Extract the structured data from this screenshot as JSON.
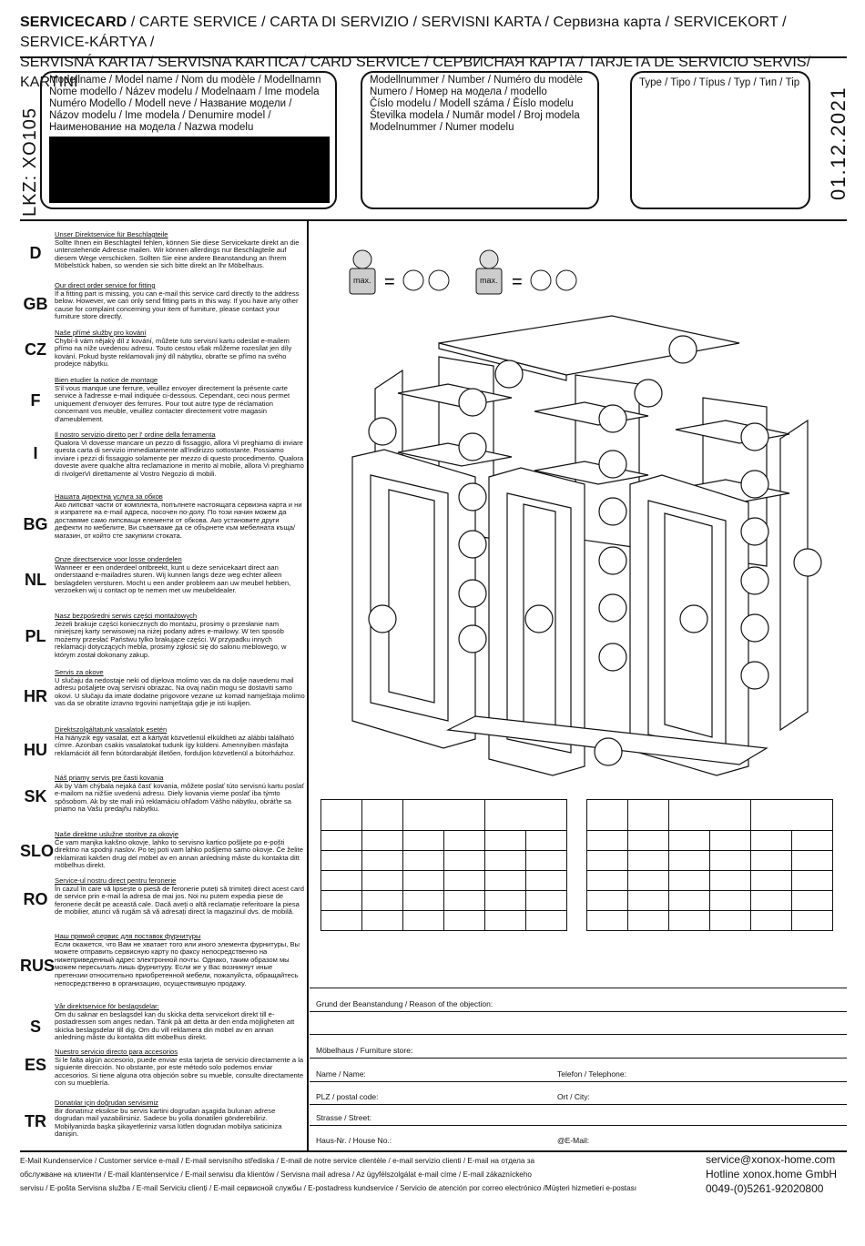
{
  "title": {
    "bold": "SERVICECARD",
    "line1_rest": " / CARTE SERVICE / CARTA DI SERVIZIO / SERVISNI KARTA / Сервизна карта / SERVICEKORT / SERVICE-KÁRTYA /",
    "line2": "SERVISNÁ KARTA / SERVISNA KARTICA / CARD SERVICE / СЕРВИСНАЯ КАРТА / TARJETA DE SERVICIO SERVIS/ KARTINI"
  },
  "side": {
    "lkz": "LKZ: XO105",
    "date": "01.12.2021"
  },
  "boxes": {
    "model_name": "Modellname / Model name / Nom du modèle / Modellnamn\nNome modello / Název modelu / Modelnaam / Ime modela\nNuméro Modello / Modell neve / Название модели /\nNázov modelu / Ime modela / Denumire model /\nНаименование на модела / Nazwa modelu",
    "model_number": "Modellnummer / Number / Numéro du modèle\nNumero /  Номер на модела / modello\nČíslo modelu / Modell száma / Ěíslo modelu\nŠtevilka modela / Numār model / Broj modela\nModelnummer / Numer modelu",
    "type": "Type / Tipo / Típus / Typ / Тип / Tip"
  },
  "languages": [
    {
      "code": "D",
      "head": "Unser Direktservice für Beschlagteile",
      "body": "Sollte Ihnen ein Beschlagteil fehlen, können Sie diese Servicekarte direkt an die untenstehende Adresse mailen. Wir können allerdings nur Beschlagteile auf diesem Wege verschicken. Sollten Sie eine andere Beanstandung an Ihrem Möbelstück haben, so wenden sie sich bitte direkt an Ihr Möbelhaus."
    },
    {
      "code": "GB",
      "head": "Our direct order service for fitting",
      "body": "If a fitting part is missing, you can e-mail this service card directly to the address below. However, we can only send fitting parts in this way. If you have any other cause for complaint concerning your item of furniture, please contact your furniture store directly."
    },
    {
      "code": "CZ",
      "head": "Naše přímé služby pro kování",
      "body": "Chybí-li vám nějaký díl z kování, můžete tuto servisní kartu odeslat e-mailem přímo na níže uvedenou adresu. Touto cestou však můžeme rozesílat jen díly kování. Pokud byste reklamovali jiný díl nábytku, obraťte se přímo na svého prodejce nábytku."
    },
    {
      "code": "F",
      "head": "Bien etudier la notice de montage",
      "body": "S'il vous manque une ferrure, veuillez envoyer directement la présente carte service à l'adresse e-mail indiquée ci-dessous. Cependant, ceci nous permet uniquement d'envoyer des ferrures. Pour tout autre type de réclamation concernant vos meuble, veuillez contacter directement votre magasin d'ameublement."
    },
    {
      "code": "I",
      "head": "Il nostro servizio diretto per l' ordine della ferramenta",
      "body": "Qualora Vi dovesse mancare un pezzo di fissaggio, allora Vi preghiamo di inviare questa carta di servizio immediatamente all'indirizzo sottostante. Possiamo inviare i pezzi di fissaggio solamente per mezzo di questo procedimento. Qualora doveste avere qualche altra reclamazione in merito al mobile, allora Vi preghiamo di rivolgerVi direttamente al Vostro Negozio di mobili."
    },
    {
      "code": "BG",
      "head": "Нашата директна услуга за обков",
      "body": "Ако липсват части от комплекта, попълнете настоящата сервизна карта и ни я изпратете на e-mail адреса, посочен по-долу. По този начин можем да доставяме само липсващи елементи от обкова. Ако установите други дефекти по мебелите, Ви съветваме да се обърнете към мебелната къща/магазин, от който сте закупили стоката."
    },
    {
      "code": "NL",
      "head": "Onze directservice voor losse onderdelen",
      "body": "Wanneer er een onderdeel ontbreekt, kunt u deze servicekaart direct aan onderstaand e-mailadres sturen. Wij kunnen langs deze weg echter alleen beslagdelen versturen. Mocht u een ander probleem aan uw meubel hebben, verzoeken wij u contact op te nemen met uw meubeldealer."
    },
    {
      "code": "PL",
      "head": "Nasz bezpośredni serwis części montażowych",
      "body": "Jeżeli brakuje części koniecznych do montażu, prosimy o przesłanie nam niniejszej karty serwisowej na niżej podany adres e-mailowy. W ten sposób możemy przesłać Państwu tylko brakujące części. W przypadku innych reklamacji dotyczących mebla, prosimy zgłosić się do salonu meblowego, w którym został dokonany zakup."
    },
    {
      "code": "HR",
      "head": "Servis za okove",
      "body": "U slučaju da nedostaje neki od dijelova molimo vas da na dolje navedenu mail adresu pošaljete ovaj servisni obrazac. Na ovaj način mogu se dostaviti samo okovi. U slučaju da imate dodatne prigovore vezane uz komad namještaja molimo vas da se obratite izravno trgovini namještaja gdje je isti kupljen."
    },
    {
      "code": "HU",
      "head": "Direktszolgáltatunk vasalatok esetén",
      "body": "Ha hiányzik egy vasalat, ezt a kártyát közvetlenül elküldheti az alábbi található címre. Azonban csakis vasalatokat tudunk így küldeni. Amennyiben másfajta reklamációt áll fenn bútordarabját illetően, forduljon közvetlenül a bútorházhoz."
    },
    {
      "code": "SK",
      "head": "Náš priamy servis pre časti kovania",
      "body": "Ak by Vám chýbala nejaká časť kovania, môžete poslať túto servisnú kartu poslať e-mailom na nižšie uvedenú adresu. Diely kovania vieme poslať iba týmto spôsobom. Ak by ste mali inú reklamáciu ohľadom Vášho nábytku, obráťte sa priamo na Vašu predajňu nábytku."
    },
    {
      "code": "SLO",
      "head": "Naše direktne uslužne storitve za okovje",
      "body": "Če vam manjka kakšno okovje, lahko to servisno kartico pošljete po e-pošti direktno na spodnji naslov. Po tej poti vam lahko pošljemo samo okovje. Če želite reklamirati kakšen drug del möbel av en annan anledning måste du kontakta ditt möbelhus direkt."
    },
    {
      "code": "RO",
      "head": "Service-ul nostru direct pentru feronerie",
      "body": "În cazul în care vă lipsește o piesă de feronerie puteți să trimiteți direct acest card de service prin e-mail la adresa de mai jos. Noi nu putem expedia piese de feronerie decât pe această cale. Dacă aveți o altă reclamație referitoare la piesa de mobilier, atunci vă rugăm să vă adresați direct la magazinul dvs. de mobilă."
    },
    {
      "code": "RUS",
      "head": "Наш прямой сервис для поставок фурнитуры",
      "body": "Если окажется, что Вам не хватает того или иного элемента фурнитуры, Вы можете отправить сервисную карту по факсу непосредственно на нижеприведенный адрес электронной почты. Однако, таким образом мы можем пересылать лишь фурнитуру. Если же у Вас возникнут иные претензии относительно приобретенной мебели, пожалуйста, обращайтесь непосредственно в организацию, осуществившую продажу."
    },
    {
      "code": "S",
      "head": "Vår direktservice för beslagsdelar:",
      "body": "Om du saknar en beslagsdel kan du skicka detta servicekort direkt till e-postadressen som anges nedan. Tänk på att detta är den enda möjligheten att skicka beslagsdelar till dig. Om du vill reklamera din möbel av en annan anledning måste du kontakta ditt möbelhus direkt."
    },
    {
      "code": "ES",
      "head": "Nuestro servicio directo para accesorios",
      "body": "Si le falta algún accesorio, puede enviar esta tarjeta de servicio directamente a la siguiente dirección. No obstante, por este método solo podemos enviar accesorios. Si tiene alguna otra objeción sobre su mueble, consulte directamente con su mueblería."
    },
    {
      "code": "TR",
      "head": "Donatılar için doğrudan servisimiz",
      "body": "Bir donatınız eksikse bu servis kartini dogrudan aşagida bulunan adrese dogrudan mail yazabilirsiniz. Sadece bu yolla donatileri gönderebiliriz. Mobilyanizda başka şikayetleriniz varsa lütfen dogrudan mobilya saticiniza danişin."
    }
  ],
  "form": {
    "objection": "Grund der Beanstandung / Reason of the objection:",
    "store": "Möbelhaus / Furniture store:",
    "name": "Name / Name:",
    "phone": "Telefon / Telephone:",
    "zip": "PLZ / postal code:",
    "city": "Ort / City:",
    "street": "Strasse / Street:",
    "house": "Haus-Nr. / House No.:",
    "email": "@E-Mail:"
  },
  "drawing": {
    "max_label": "max.",
    "equals": "="
  },
  "footer": {
    "line1": "E-Mail Kundenservice / Customer service e-mail / E-mail servisního střediska / E-mail de notre service clientèle / e-mail servizio clienti / E-mail на отдела за",
    "line2": "обслужване на клиенти / E-mail klantenservice / E-mail serwisu dla klientów / Servisna mail adresa / Az ügyfélszolgálat e-mail címe / E-mail zákazníckeho",
    "line3": "servisu / E-pošta Servisna služba / E-mail Serviciu clienți / E-mail сервисной службы / E-postadress kundservice / Servicio de atención por correo electrónico /Müşteri hizmetleri e-postası",
    "email": "service@xonox-home.com",
    "company": "Hotline xonox.home GmbH",
    "phone": "0049-(0)5261-92020800"
  }
}
